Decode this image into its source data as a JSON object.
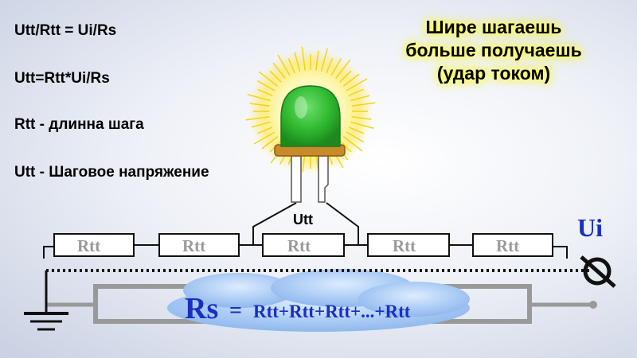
{
  "formulas": {
    "f1": "Utt/Rtt = Ui/Rs",
    "f2": "Utt=Rtt*Ui/Rs",
    "f3": "Rtt - длинна шага",
    "f4": "Utt - Шаговое напряжение"
  },
  "slogan": {
    "line1": "Шире шагаешь",
    "line2": "больше получаешь",
    "line3": "(удар током)"
  },
  "diagram": {
    "resistor_labels": [
      "Rtt",
      "Rtt",
      "Rtt",
      "Rtt",
      "Rtt"
    ],
    "led_voltage_label": "Utt",
    "source_label": "Ui",
    "rs_symbol": "Rs",
    "rs_equals": "=",
    "rs_sum": "Rtt+Rtt+Rtt+...+Rtt"
  },
  "colors": {
    "led": "#2fb82f",
    "led_rim": "#c98a2a",
    "glow": "#ffe84a",
    "label_blue": "#1a2fc0",
    "cloud": "#9ec4f2",
    "wire": "#999999"
  },
  "icons": [
    "led-icon",
    "ground-icon",
    "voltage-source-icon"
  ]
}
